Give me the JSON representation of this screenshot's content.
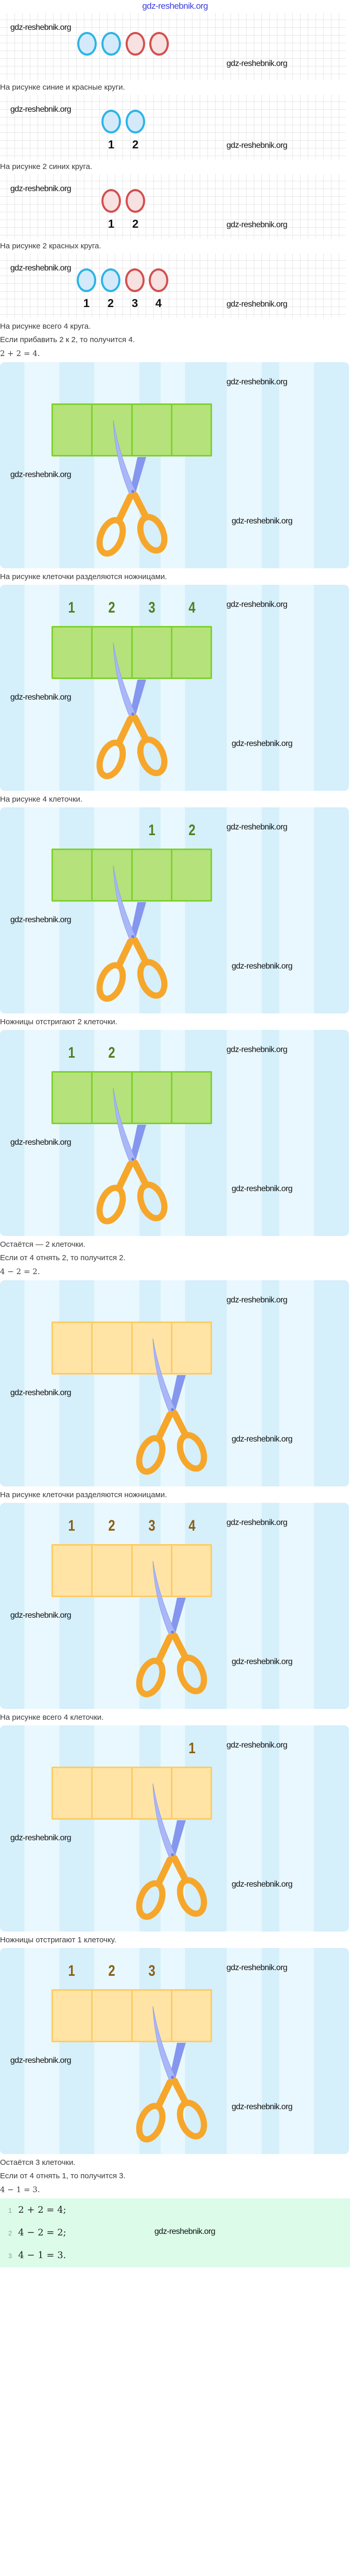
{
  "header": {
    "site_title": "gdz-reshebnik.org"
  },
  "watermark": "gdz-reshebnik.org",
  "colors": {
    "blue_circle": "#2cb4e6",
    "red_circle": "#d34f4f",
    "green_strip": "#b5e27a",
    "yellow_strip": "#ffe4a6",
    "answer_bg": "#dcfce9"
  },
  "circle_figures": [
    {
      "circles": [
        "blue",
        "blue",
        "red",
        "red"
      ],
      "labels": []
    },
    {
      "circles": [
        "blue",
        "blue"
      ],
      "labels": [
        "1",
        "2"
      ]
    },
    {
      "circles": [
        "red",
        "red"
      ],
      "labels": [
        "1",
        "2"
      ]
    },
    {
      "circles": [
        "blue",
        "blue",
        "red",
        "red"
      ],
      "labels": [
        "1",
        "2",
        "3",
        "4"
      ]
    }
  ],
  "texts": {
    "t1": "На рисунке синие и красные круги.",
    "t2": "На рисунке 2 синих круга.",
    "t3": "На рисунке 2 красных круга.",
    "t4": "На рисунке всего 4 круга.",
    "t5": "Если прибавить 2 к 2, то получится 4.",
    "t6": "2 + 2 = 4.",
    "t7": "На рисунке клеточки разделяются ножницами.",
    "t8": "На рисунке 4 клеточки.",
    "t9": "Ножницы отстригают 2 клеточки.",
    "t10": "Остаётся — 2 клеточки.",
    "t11": "Если от 4 отнять 2, то получится 2.",
    "t12": "4 − 2 = 2.",
    "t13": "На рисунке клеточки разделяются ножницами.",
    "t14": "На рисунке всего 4 клеточки.",
    "t15": "Ножницы отстригают 1 клеточку.",
    "t16": "Остаётся 3 клеточки.",
    "t17": "Если от 4 отнять 1, то получится 3.",
    "t18": "4 − 1 = 3."
  },
  "panels": [
    {
      "theme": "green",
      "cells": 4,
      "labels": [],
      "label_cells": []
    },
    {
      "theme": "green",
      "cells": 4,
      "labels": [
        "1",
        "2",
        "3",
        "4"
      ],
      "label_cells": [
        0,
        1,
        2,
        3
      ]
    },
    {
      "theme": "green",
      "cells": 4,
      "labels": [
        "1",
        "2"
      ],
      "label_cells": [
        2,
        3
      ]
    },
    {
      "theme": "green",
      "cells": 4,
      "labels": [
        "1",
        "2"
      ],
      "label_cells": [
        0,
        1
      ]
    },
    {
      "theme": "yellow",
      "cells": 4,
      "labels": [],
      "label_cells": []
    },
    {
      "theme": "yellow",
      "cells": 4,
      "labels": [
        "1",
        "2",
        "3",
        "4"
      ],
      "label_cells": [
        0,
        1,
        2,
        3
      ]
    },
    {
      "theme": "yellow",
      "cells": 4,
      "labels": [
        "1"
      ],
      "label_cells": [
        3
      ]
    },
    {
      "theme": "yellow",
      "cells": 4,
      "labels": [
        "1",
        "2",
        "3"
      ],
      "label_cells": [
        0,
        1,
        2
      ]
    }
  ],
  "answer": {
    "items": [
      {
        "num": "1",
        "eq": "2 + 2 = 4;"
      },
      {
        "num": "2",
        "eq": "4 − 2 = 2;"
      },
      {
        "num": "3",
        "eq": "4 − 1 = 3."
      }
    ]
  }
}
